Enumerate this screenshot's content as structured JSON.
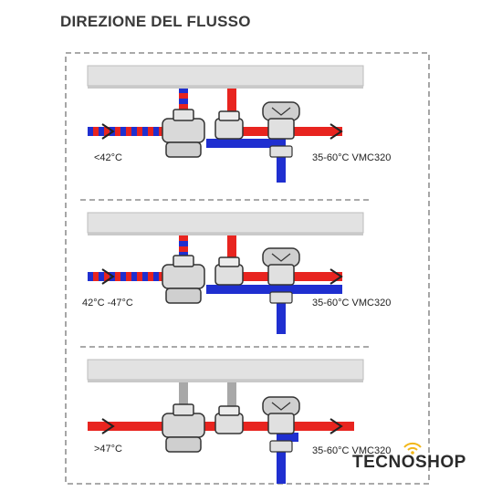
{
  "title": "DIREZIONE DEL FLUSSO",
  "colors": {
    "hot": "#e8241f",
    "cold": "#1f2fd0",
    "neutral": "#a8a8a8",
    "border": "#777777",
    "bar": "#e2e2e2",
    "brand_accent": "#f2b71a"
  },
  "panels": [
    {
      "id": "panel-1",
      "left_label": "<42°C",
      "right_label": "35-60°C VMC320",
      "state": "cold-mix"
    },
    {
      "id": "panel-2",
      "left_label": "42°C -47°C",
      "right_label": "35-60°C VMC320",
      "state": "partial-mix"
    },
    {
      "id": "panel-3",
      "left_label": ">47°C",
      "right_label": "35-60°C VMC320",
      "state": "hot-bypass"
    }
  ],
  "brand": {
    "text": "TECNOSHOP",
    "icon": "wifi-signal-icon"
  }
}
